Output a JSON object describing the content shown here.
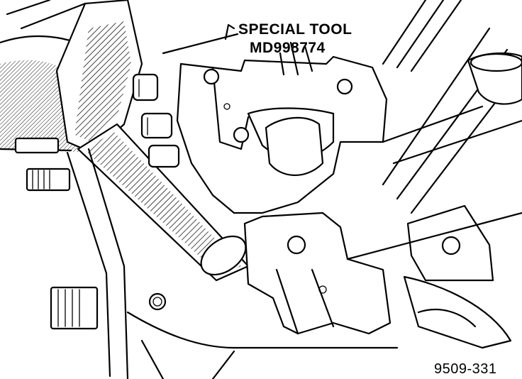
{
  "callout": {
    "tool_name": "SPECIAL TOOL",
    "tool_number": "MD998774"
  },
  "figure_id": "9509-331"
}
